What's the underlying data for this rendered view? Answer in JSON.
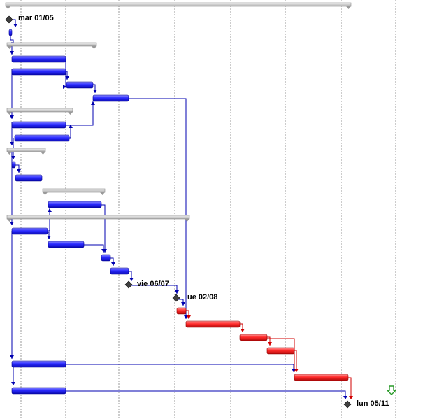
{
  "milestones": {
    "start": "mar 01/05",
    "m2": "vie 06/07",
    "m3": "ue 02/08",
    "end": "lun 05/11"
  },
  "colors": {
    "normal_task": "#1a1ae6",
    "critical_task": "#e62020",
    "summary": "#c8c8c8",
    "link": "#0000b0",
    "critical_link": "#d00000",
    "milestone": "#404040",
    "grid": "#999999"
  },
  "icons": {
    "scroll_hint": "green-down-arrow-icon"
  }
}
